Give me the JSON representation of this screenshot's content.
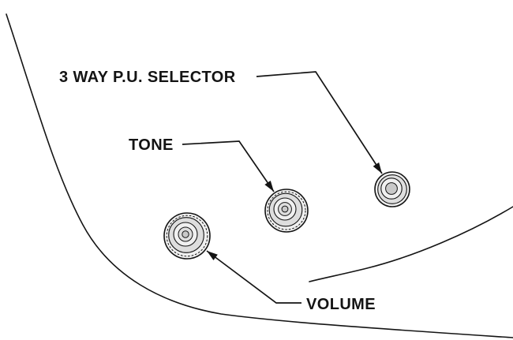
{
  "diagram": {
    "labels": {
      "selector": "3 WAY P.U. SELECTOR",
      "tone": "TONE",
      "volume": "VOLUME"
    },
    "colors": {
      "line": "#141414",
      "knob_light": "#f0f0f0",
      "knob_mid": "#dedede",
      "knob_dark": "#c9c9c9",
      "background": "#ffffff"
    }
  }
}
